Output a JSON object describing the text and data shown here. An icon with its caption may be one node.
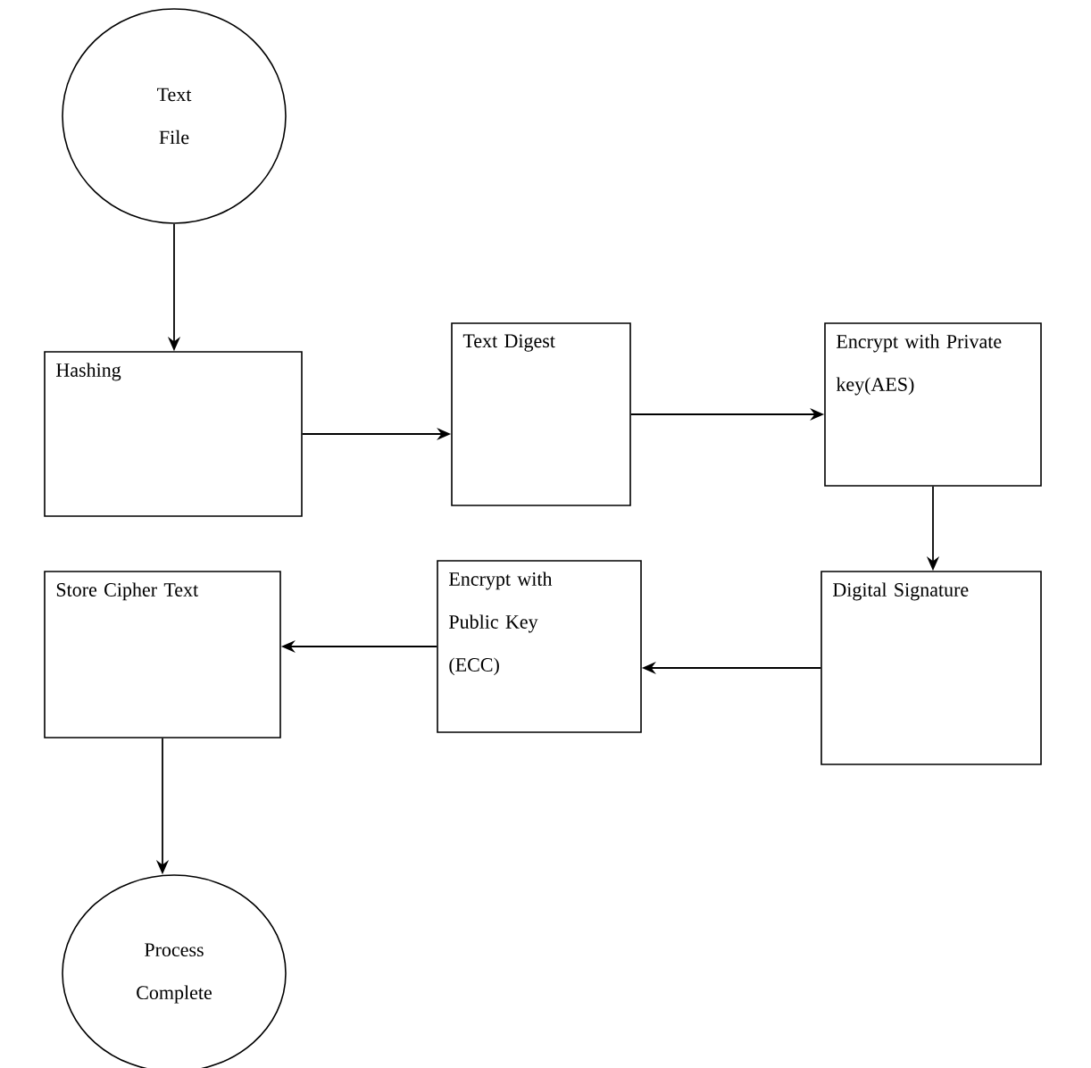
{
  "diagram": {
    "nodes": [
      {
        "text": [
          "Text File"
        ]
      },
      {
        "text": [
          "Hashing"
        ]
      },
      {
        "text": [
          "Text Digest"
        ]
      },
      {
        "text": [
          "Encrypt with Private key(AES)"
        ]
      },
      {
        "text": [
          "Digital Signature"
        ]
      },
      {
        "text": [
          "Encrypt with Public Key (ECC)"
        ]
      },
      {
        "text": [
          "Store Cipher Text"
        ]
      },
      {
        "text": [
          "Process Complete"
        ]
      }
    ],
    "edges": [
      {
        "from": 0,
        "to": 1,
        "arrow": "to"
      },
      {
        "from": 1,
        "to": 2,
        "arrow": "to"
      },
      {
        "from": 2,
        "to": 3,
        "arrow": "to"
      },
      {
        "from": 3,
        "to": 4,
        "arrow": "to"
      },
      {
        "from": 4,
        "to": 5,
        "arrow": "to"
      },
      {
        "from": 5,
        "to": 6,
        "arrow": "to"
      },
      {
        "from": 6,
        "to": 7,
        "arrow": "to"
      }
    ]
  }
}
